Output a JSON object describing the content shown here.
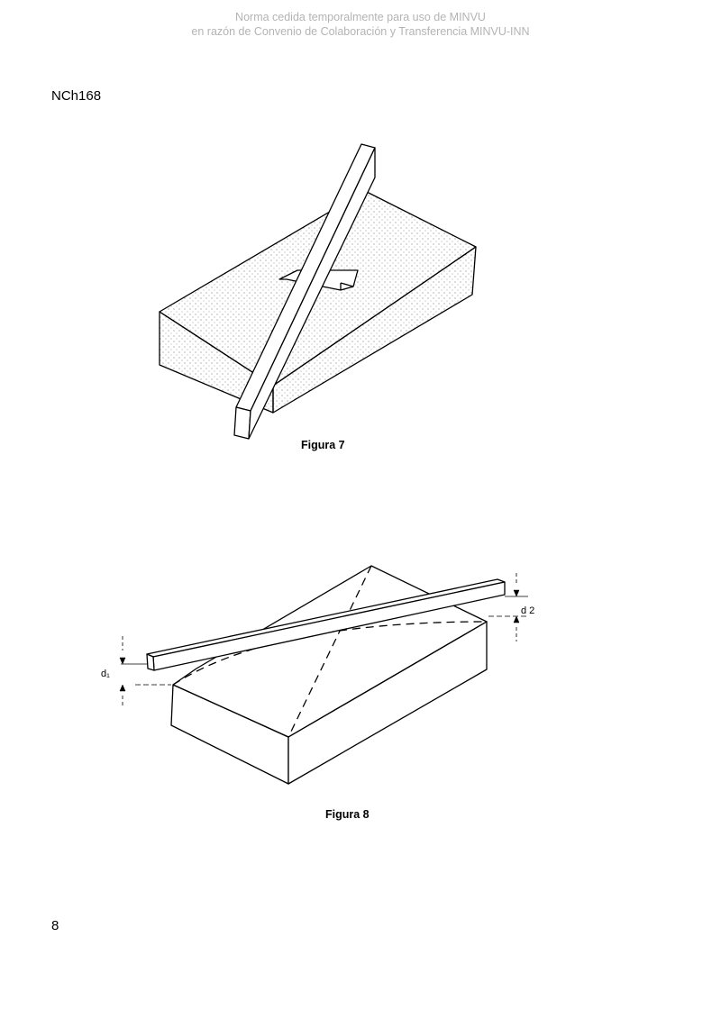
{
  "watermark": {
    "line1": "Norma cedida temporalmente para uso de MINVU",
    "line2": "en razón de Convenio de Colaboración y Transferencia MINVU-INN"
  },
  "header": {
    "doc_code": "NCh168"
  },
  "figure7": {
    "caption": "Figura 7"
  },
  "figure8": {
    "caption": "Figura 8",
    "label_d1": "d₁",
    "label_d2": "d 2"
  },
  "footer": {
    "page_number": "8"
  }
}
